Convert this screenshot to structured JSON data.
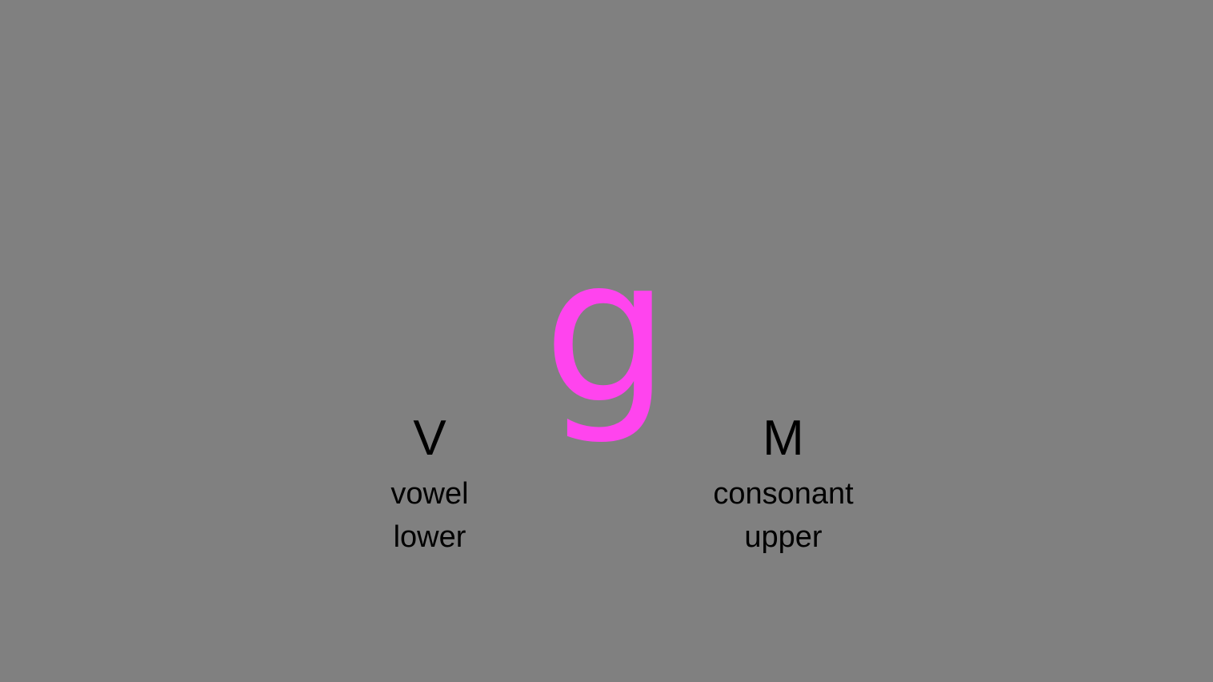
{
  "background_color": "#808080",
  "stimulus": {
    "letter": "g",
    "color": "#ff44ee"
  },
  "responses": [
    {
      "key": "V",
      "category_line1": "vowel",
      "category_line2": "lower"
    },
    {
      "key": "M",
      "category_line1": "consonant",
      "category_line2": "upper"
    }
  ]
}
